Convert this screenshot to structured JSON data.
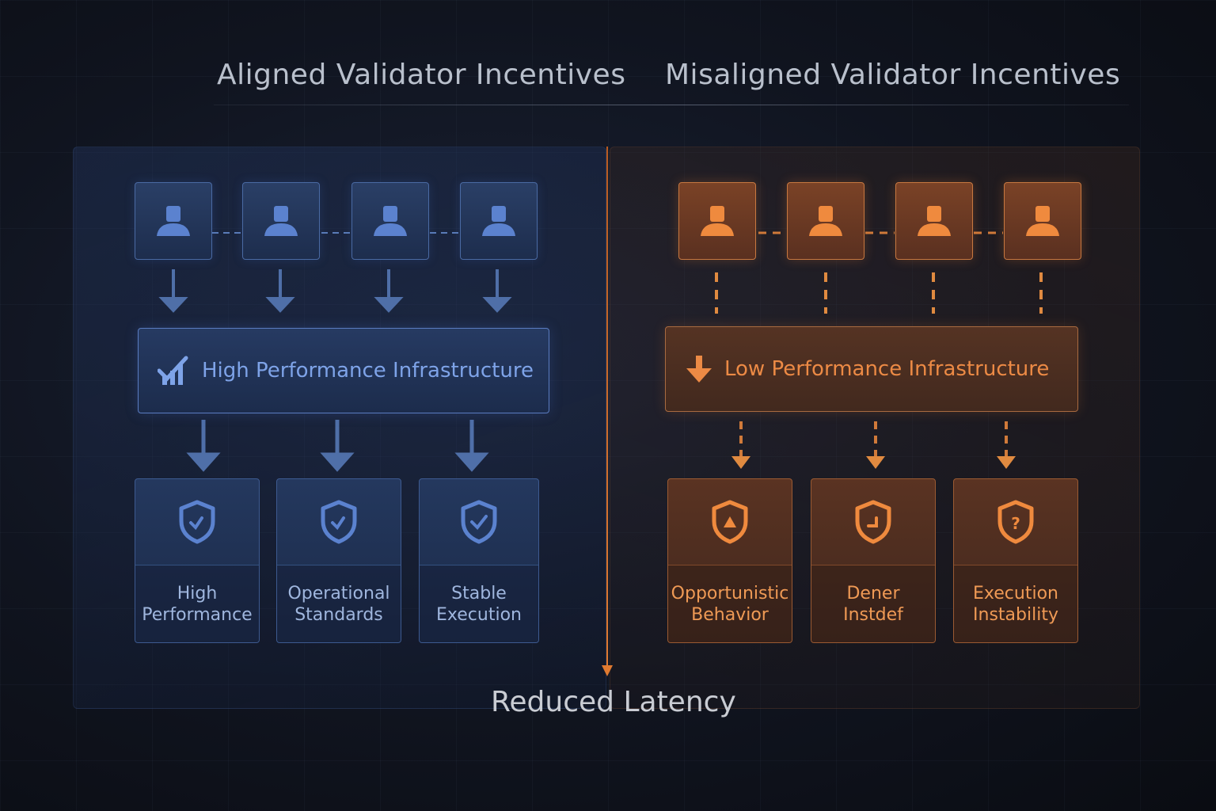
{
  "titles": {
    "left": "Aligned Validator Incentives",
    "right": "Misaligned Validator Incentives"
  },
  "bottom_label": "Reduced Latency",
  "left": {
    "infrastructure_label": "High Performance Infrastructure",
    "validators": [
      "validator",
      "validator",
      "validator",
      "validator"
    ],
    "outcomes": [
      {
        "label": "High\nPerformance",
        "icon": "shield-check-icon"
      },
      {
        "label": "Operational\nStandards",
        "icon": "shield-check-icon"
      },
      {
        "label": "Stable\nExecution",
        "icon": "shield-check-icon"
      }
    ]
  },
  "right": {
    "infrastructure_label": "Low Performance Infrastructure",
    "validators": [
      "validator",
      "validator",
      "validator",
      "validator"
    ],
    "outcomes": [
      {
        "label": "Opportunistic\nBehavior",
        "icon": "shield-warning-icon"
      },
      {
        "label": "Dener\nInstdef",
        "icon": "shield-check-icon"
      },
      {
        "label": "Execution\nInstability",
        "icon": "shield-question-icon"
      }
    ]
  },
  "colors": {
    "aligned_accent": "#7ea3e8",
    "misaligned_accent": "#ec8a45",
    "divider": "#e07a30"
  }
}
